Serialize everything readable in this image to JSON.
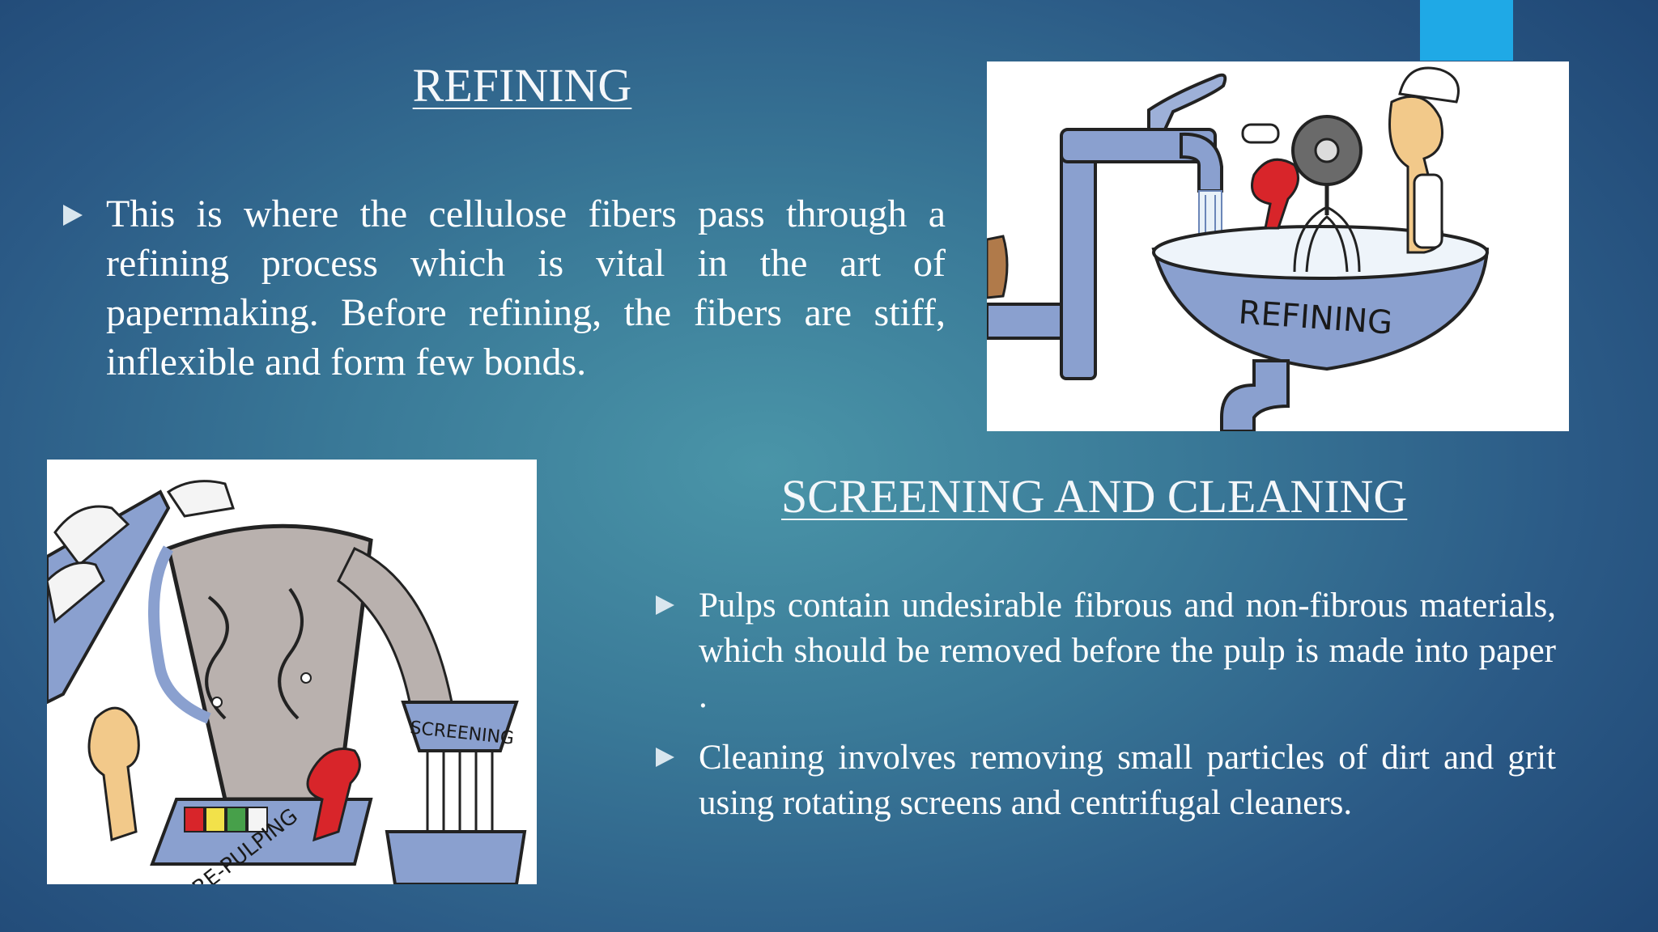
{
  "slide": {
    "background_color": "#2f6a90",
    "accent_color": "#1fa9e6"
  },
  "refining": {
    "heading": "REFINING",
    "bullets": [
      "This is where the cellulose fibers pass through a refining process which is vital in the art of papermaking. Before refining, the fibers are stiff, inflexible and form few bonds."
    ],
    "illustration_label": "REFINING"
  },
  "screening": {
    "heading": "SCREENING AND CLEANING",
    "bullets": [
      "Pulps contain undesirable fibrous and non-fibrous materials, which should be removed before the pulp is made into paper .",
      "Cleaning involves removing small particles of dirt and grit using rotating screens and centrifugal cleaners."
    ]
  },
  "repulping_illustration": {
    "label_screening": "SCREENING",
    "label_repulping": "RE-PULPING"
  },
  "icons": {
    "bullet": "triangle-right-icon"
  }
}
